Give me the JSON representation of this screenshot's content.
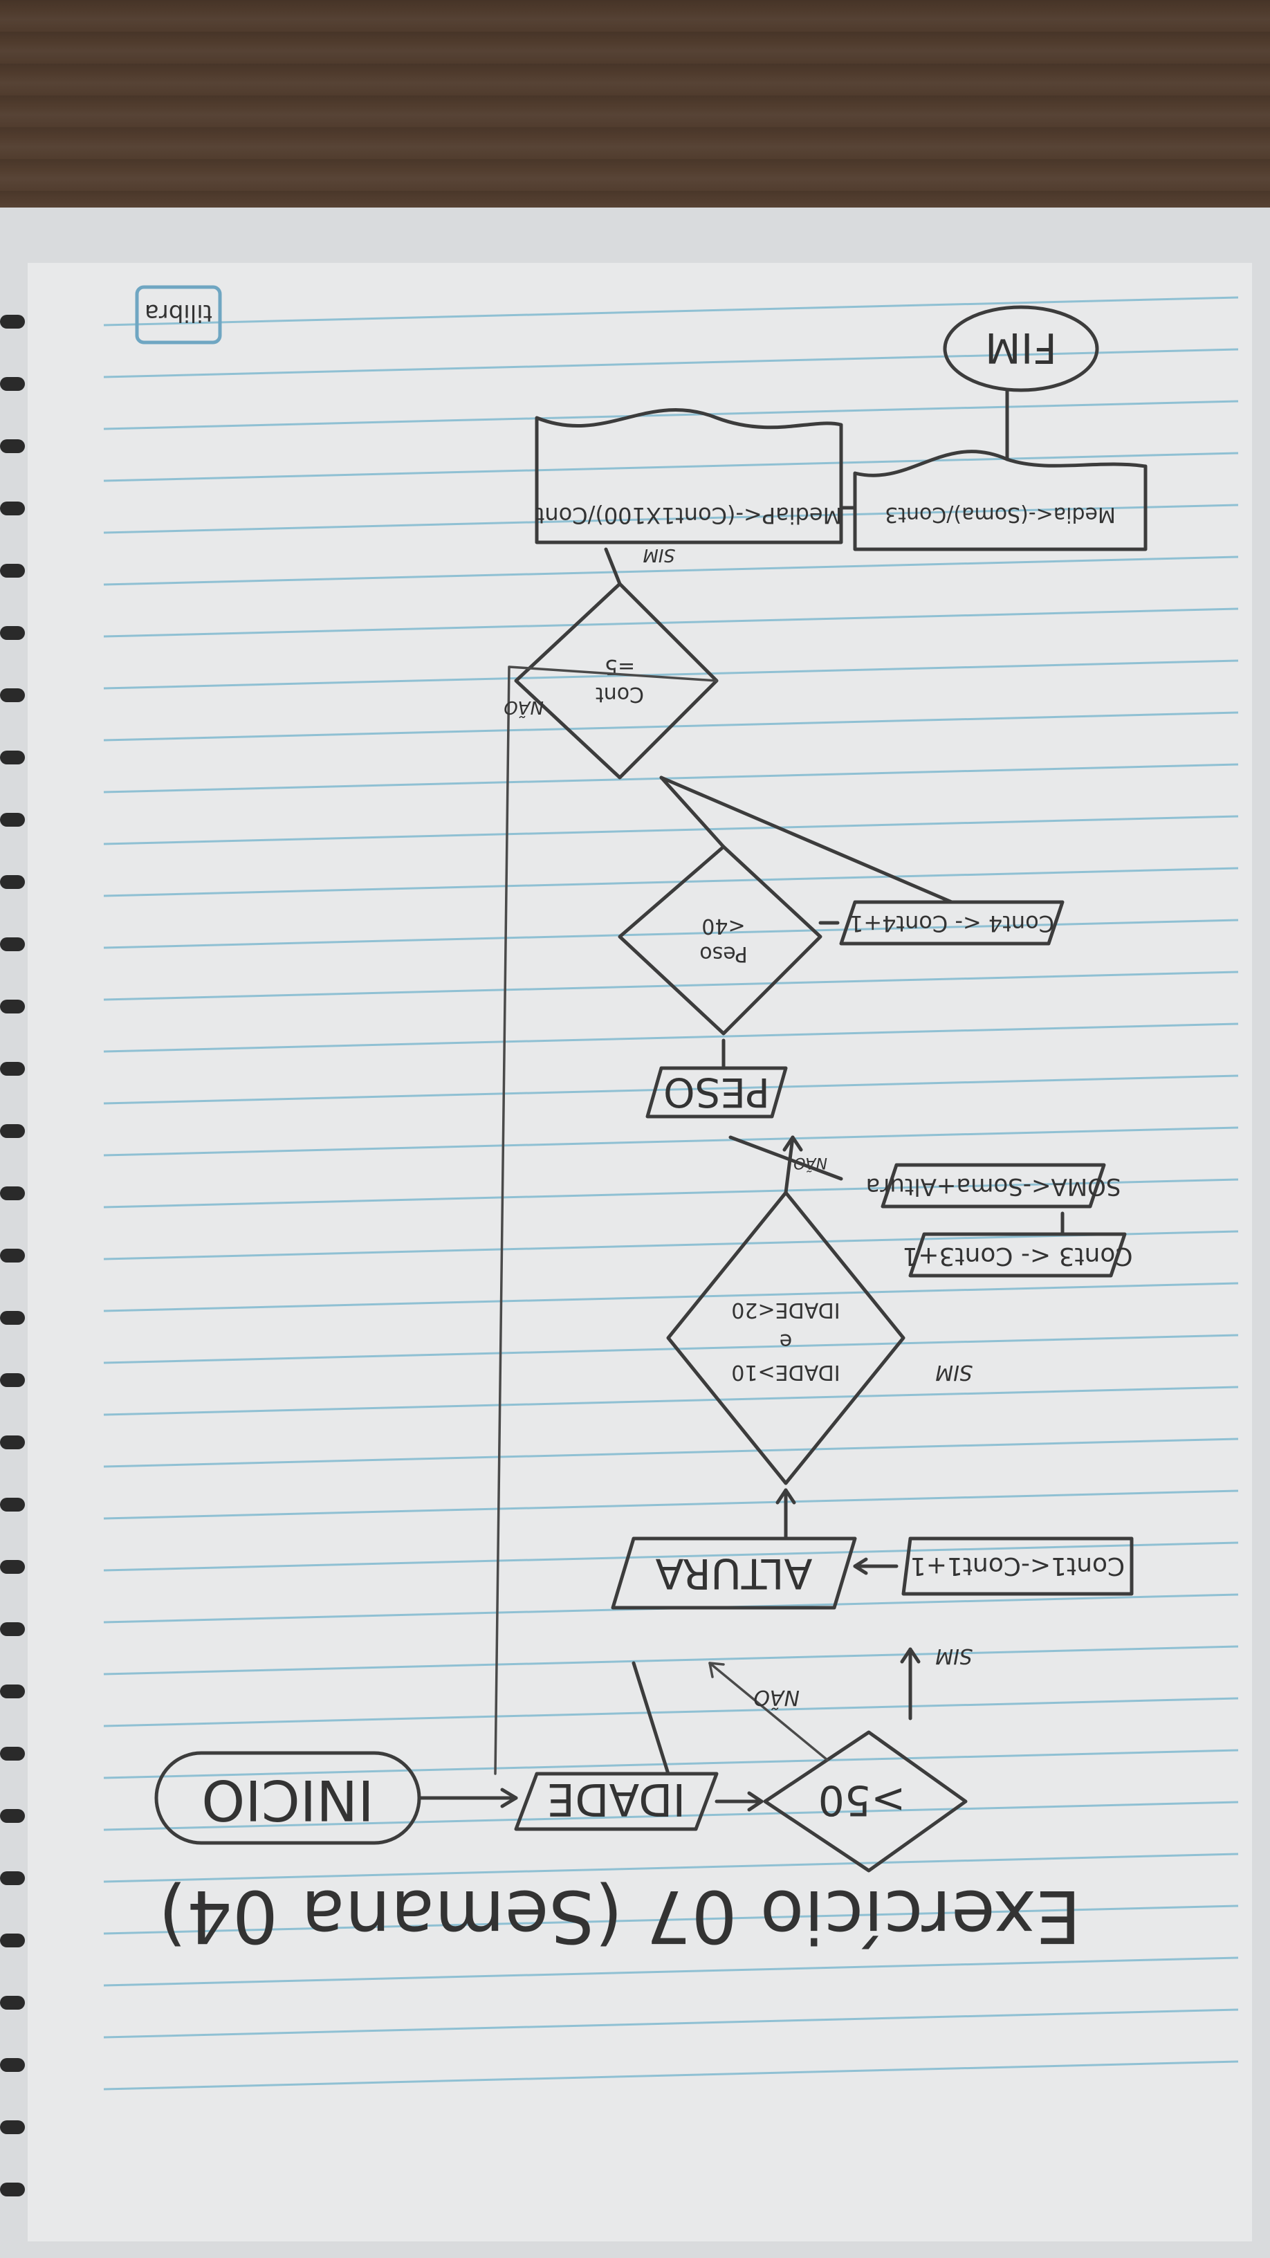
{
  "heading": "Exercício 07 (Semana 04)",
  "brand": "tilibra",
  "flowchart": {
    "start": "INICIO",
    "end": "FIM",
    "input_idade": "IDADE",
    "decision_idade": ">50",
    "assign_cont1": "Cont1<-Cont1+1",
    "input_altura": "ALTURA",
    "decision_range_line1": "IDADE>10",
    "decision_range_line2": "e",
    "decision_range_line3": "IDADE<20",
    "assign_cont3": "Cont3 <- Cont3+1",
    "assign_soma": "SOMA<-Soma+Altura",
    "input_peso": "PESO",
    "decision_peso_line1": "Peso",
    "decision_peso_line2": "<40",
    "assign_cont4": "Cont4 <- Cont4+1",
    "decision_cont_line1": "Cont",
    "decision_cont_line2": "=5",
    "output_media_p": "MediaP<-(Cont1X100)/Cont",
    "output_media": "Media<-(Soma)/Cont3",
    "label_sim_1": "SIM",
    "label_nao_1": "NÃO",
    "label_sim_2": "SIM",
    "label_nao_2": "NÃO",
    "label_nao_3": "NÃO",
    "label_sim_3": "SIM"
  }
}
